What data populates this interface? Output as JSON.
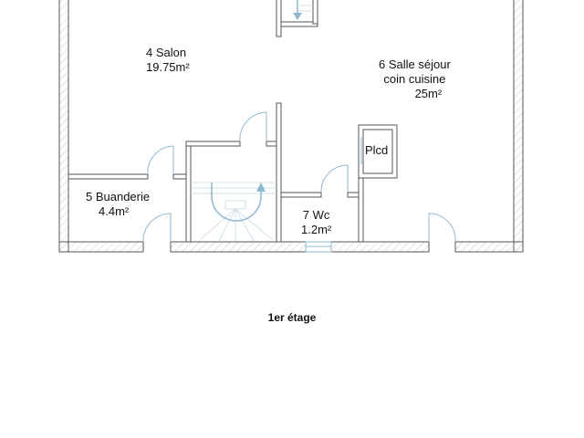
{
  "rooms": {
    "salon": {
      "name": "4 Salon",
      "area": "19.75m²"
    },
    "sejour": {
      "name": "6 Salle séjour",
      "sub": "coin cuisine",
      "area": "25m²"
    },
    "buanderie": {
      "name": "5 Buanderie",
      "area": "4.4m²"
    },
    "wc": {
      "name": "7 Wc",
      "area": "1.2m²"
    },
    "placard": {
      "name": "Plcd"
    }
  },
  "caption": "1er étage",
  "colors": {
    "wall": "#555555",
    "door": "#8fb8d0",
    "hatch": "#bbbbbb"
  }
}
